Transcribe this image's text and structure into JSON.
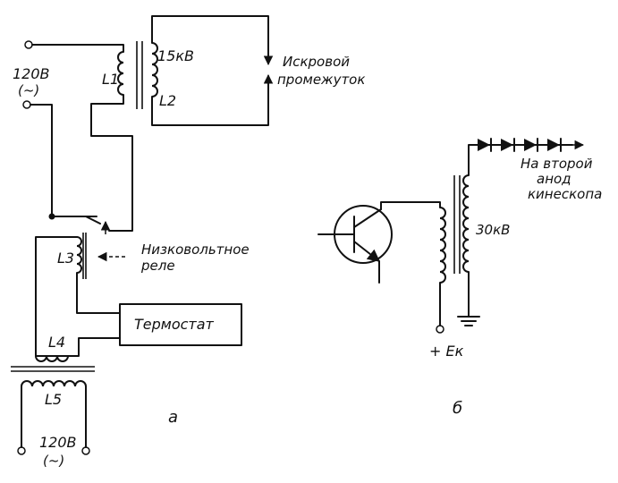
{
  "circuit_a": {
    "supply_top": "120В",
    "supply_top_ac": "(~)",
    "coil_l1": "L1",
    "coil_l2": "L2",
    "hv_value": "15кВ",
    "spark_gap_line1": "Искровой",
    "spark_gap_line2": "промежуток",
    "coil_l3": "L3",
    "relay_line1": "Низковольтное",
    "relay_line2": "реле",
    "thermostat": "Термостат",
    "coil_l4": "L4",
    "coil_l5": "L5",
    "supply_bottom": "120В",
    "supply_bottom_ac": "(~)",
    "panel_label": "а"
  },
  "circuit_b": {
    "hv_value": "30кВ",
    "output_line1": "На второй",
    "output_line2": "анод",
    "output_line3": "кинескопа",
    "supply": "+ Eк",
    "panel_label": "б"
  }
}
